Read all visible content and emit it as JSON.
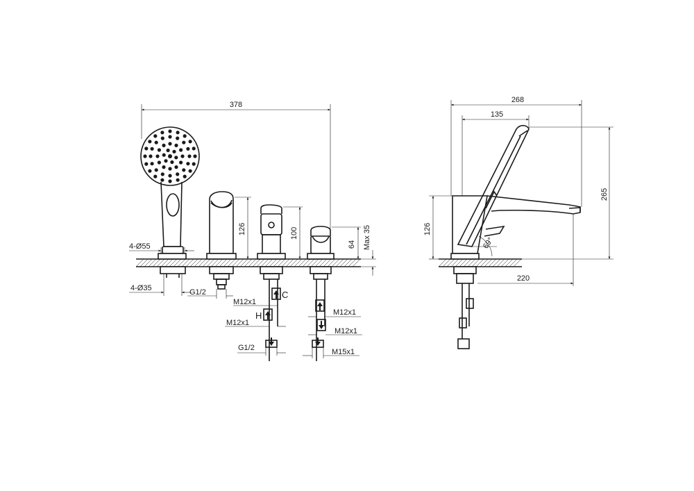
{
  "front_view": {
    "dim_total_width": "378",
    "dim_diverter_height": "126",
    "dim_mixer_height": "100",
    "dim_knob_height": "64",
    "dim_max_deck": "Max 35",
    "dim_hole_large": "4-Ø55",
    "dim_hole_small": "4-Ø35",
    "thread_g12_a": "G1/2",
    "thread_m12_a": "M12x1",
    "thread_m12_b": "M12x1",
    "thread_g12_b": "G1/2",
    "thread_m12_c": "M12x1",
    "thread_m12_d": "M12x1",
    "thread_m15": "M15x1",
    "label_cold": "C",
    "label_hot": "H"
  },
  "side_view": {
    "dim_total_depth": "268",
    "dim_handle_reach": "135",
    "dim_height": "126",
    "dim_overall_height": "265",
    "dim_angle": "69°",
    "dim_spout_reach": "220"
  },
  "colors": {
    "line": "#1a1a1a",
    "background": "#ffffff"
  }
}
